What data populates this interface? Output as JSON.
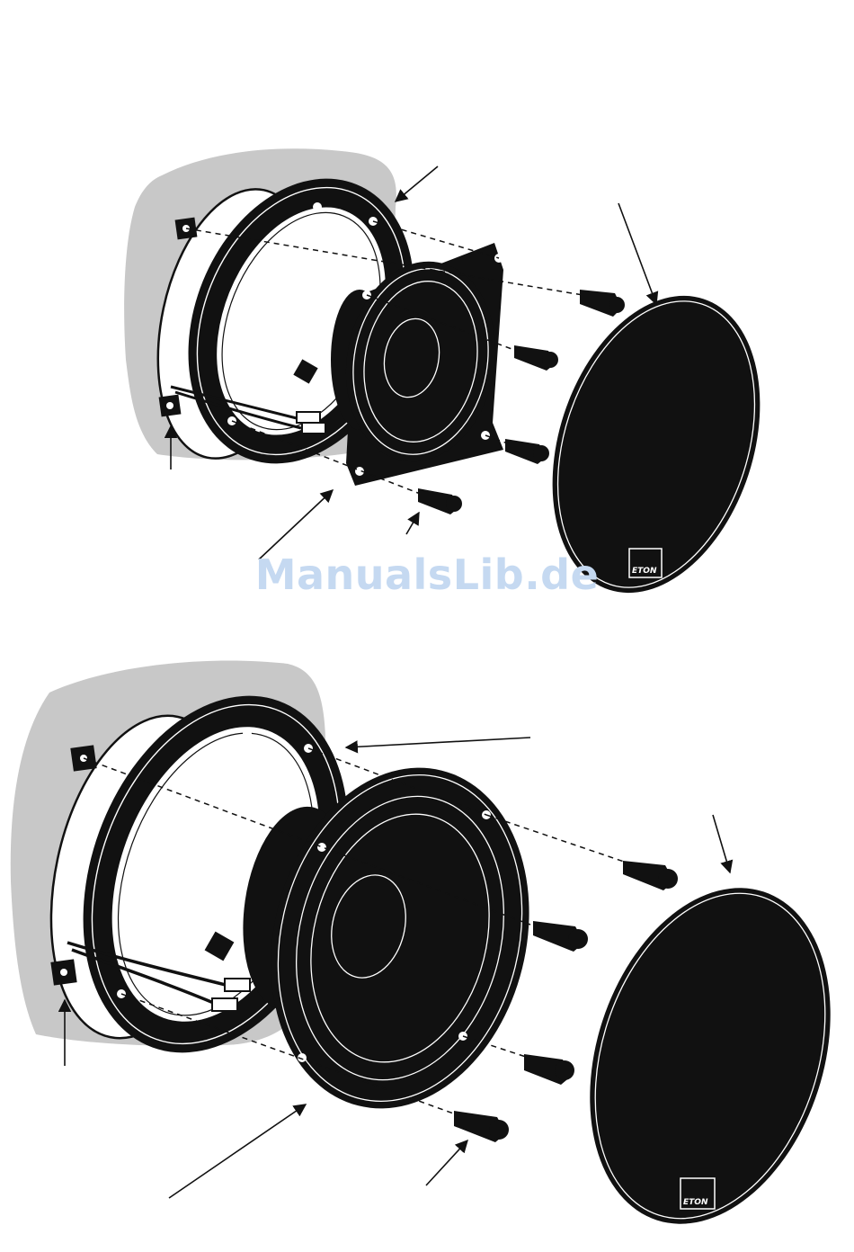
{
  "watermark": {
    "text": "ManualsLib.de",
    "color": "#c5d9f1"
  },
  "brand_logo": {
    "text": "ETON"
  },
  "colors": {
    "ink": "#111111",
    "wall": "#c8c8c8",
    "paper": "#ffffff"
  },
  "diagrams": [
    {
      "id": "small-speaker-assembly",
      "parts": [
        "mounting-clip",
        "mounting-ring",
        "speaker",
        "screw",
        "speaker-grille"
      ]
    },
    {
      "id": "large-speaker-assembly",
      "parts": [
        "mounting-clip",
        "mounting-ring",
        "speaker",
        "screw",
        "speaker-grille"
      ]
    }
  ]
}
